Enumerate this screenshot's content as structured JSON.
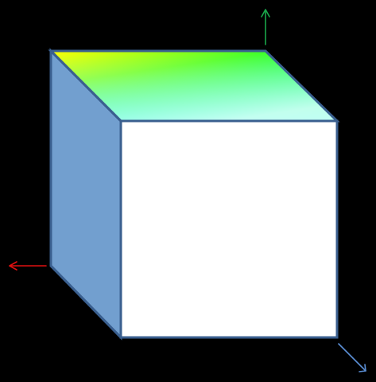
{
  "diagram": {
    "background_color": "#000000",
    "cube": {
      "edge_color": "#3a5f8f",
      "left_face_color": "#729fcf",
      "front_face_color": "#ffffff",
      "top_face_gradient": {
        "back_left": "#ffff00",
        "back_right": "#00ff33",
        "front_right": "#00ffee",
        "front_left": "#ffffff"
      }
    },
    "axes": [
      {
        "name": "up-axis-arrow",
        "color": "#1aa64a",
        "direction": "up"
      },
      {
        "name": "left-axis-arrow",
        "color": "#e01010",
        "direction": "left"
      },
      {
        "name": "diagonal-axis-arrow",
        "color": "#5b8fd6",
        "direction": "down-right"
      }
    ]
  }
}
